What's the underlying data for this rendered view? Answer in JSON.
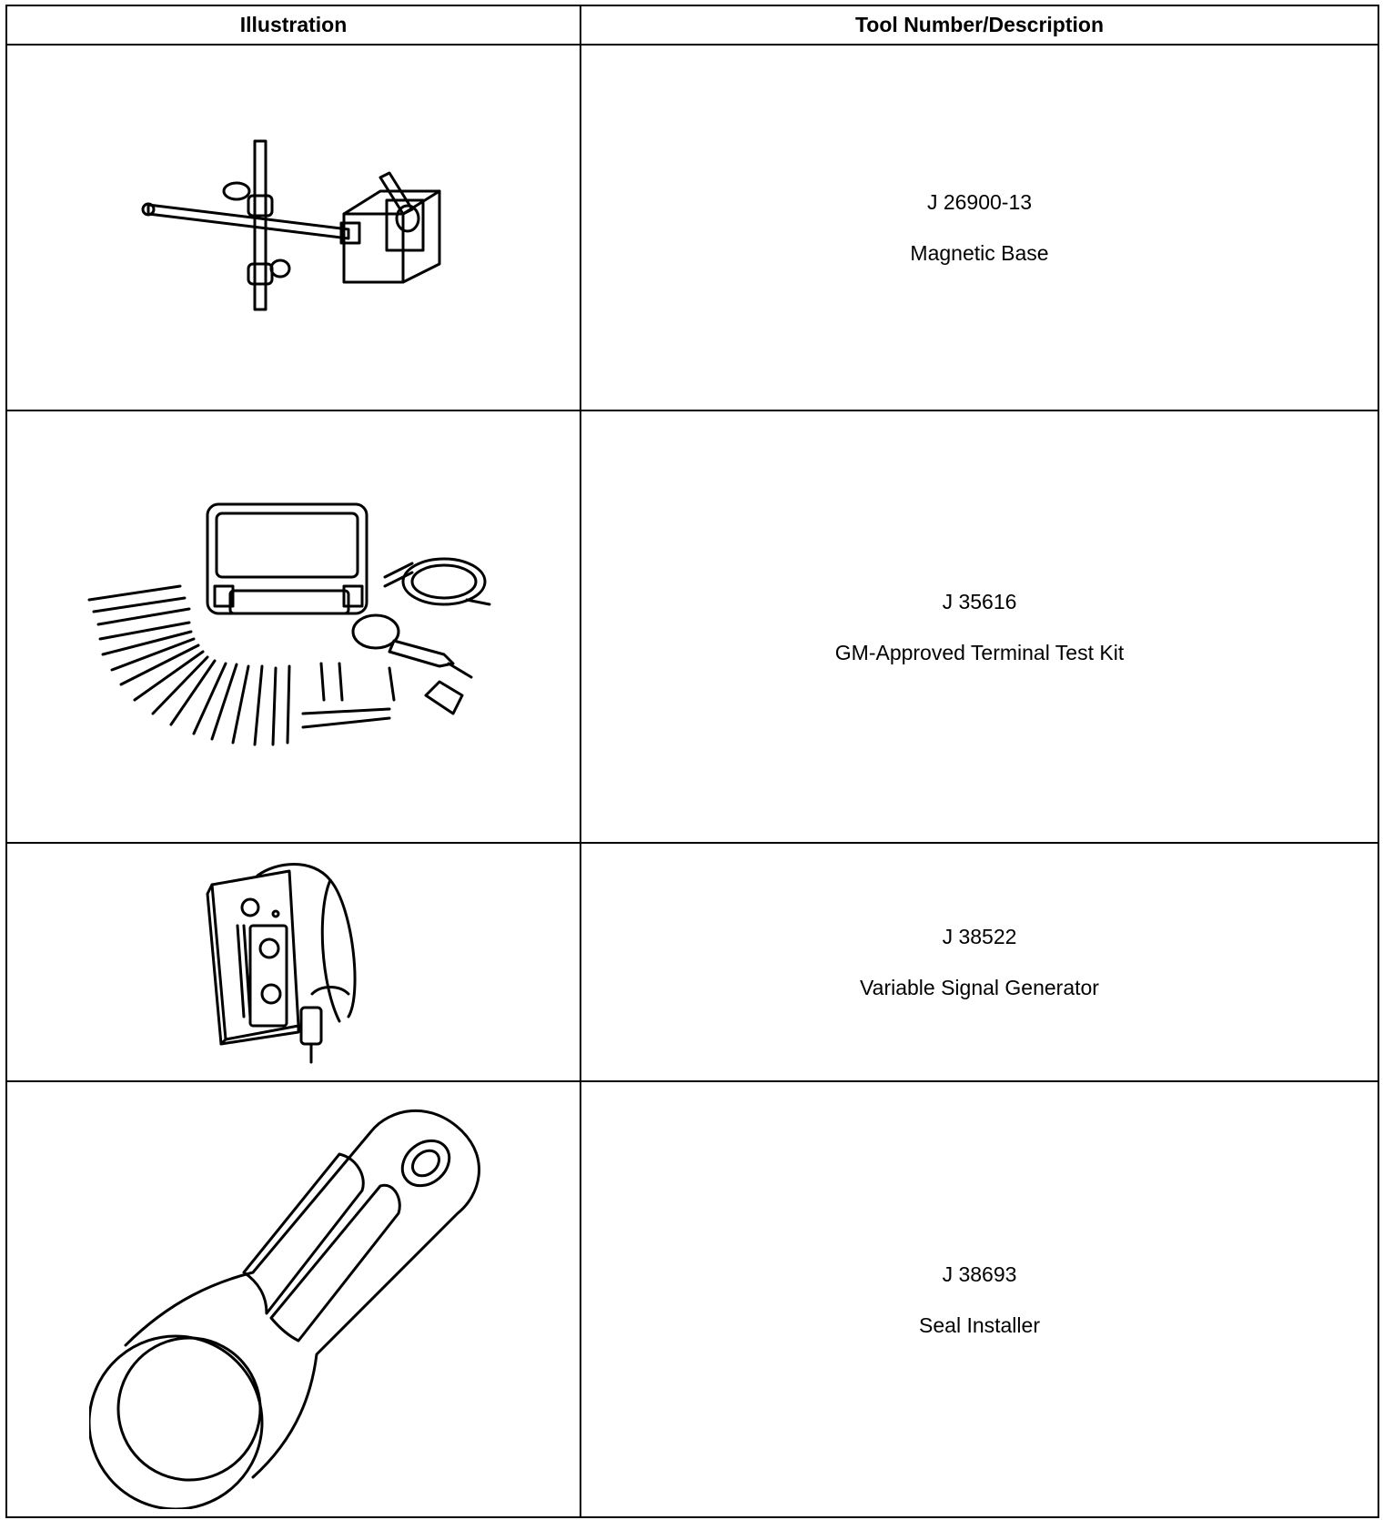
{
  "table": {
    "headers": {
      "illustration": "Illustration",
      "tool": "Tool Number/Description"
    },
    "rows": [
      {
        "tool_number": "J 26900-13",
        "description": "Magnetic Base",
        "icon": "magnetic-base-icon"
      },
      {
        "tool_number": "J 35616",
        "description": "GM-Approved Terminal Test Kit",
        "icon": "terminal-test-kit-icon"
      },
      {
        "tool_number": "J 38522",
        "description": "Variable Signal Generator",
        "icon": "signal-generator-icon"
      },
      {
        "tool_number": "J 38693",
        "description": "Seal Installer",
        "icon": "seal-installer-icon"
      }
    ]
  }
}
